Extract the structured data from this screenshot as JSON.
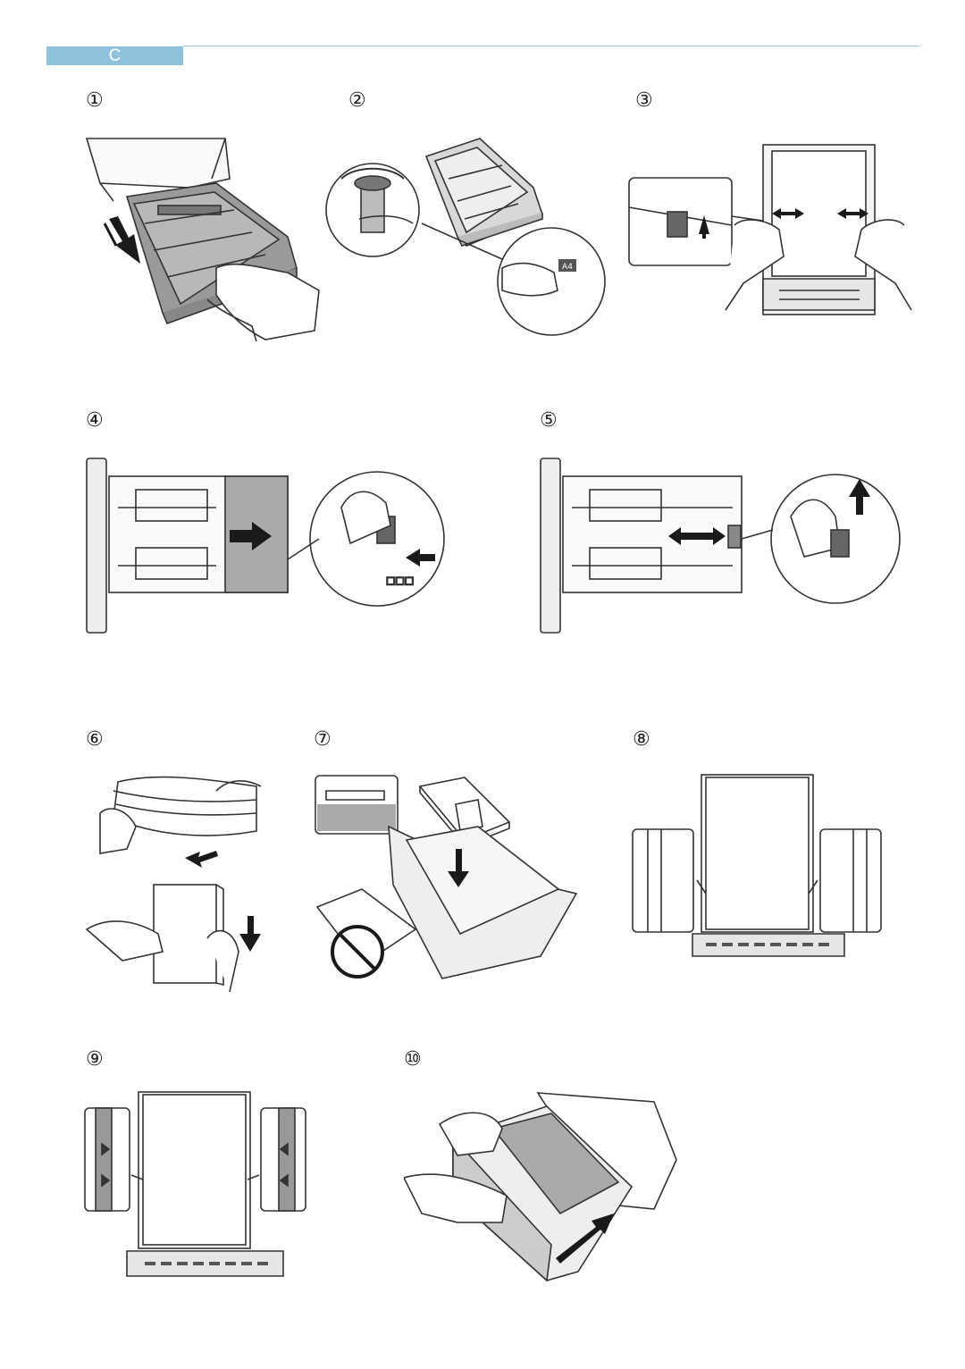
{
  "header": {
    "section_letter": "C",
    "accent_color": "#8fc1dc"
  },
  "steps": [
    {
      "number": "①"
    },
    {
      "number": "②"
    },
    {
      "number": "③"
    },
    {
      "number": "④"
    },
    {
      "number": "⑤"
    },
    {
      "number": "⑥"
    },
    {
      "number": "⑦"
    },
    {
      "number": "⑧"
    },
    {
      "number": "⑨"
    },
    {
      "number": "⑩"
    }
  ],
  "figures": {
    "step2_paper_size_label": "A4"
  },
  "icons": {
    "arrow": "arrow-icon",
    "double_arrow": "double-arrow-icon",
    "prohibited": "prohibited-icon"
  }
}
